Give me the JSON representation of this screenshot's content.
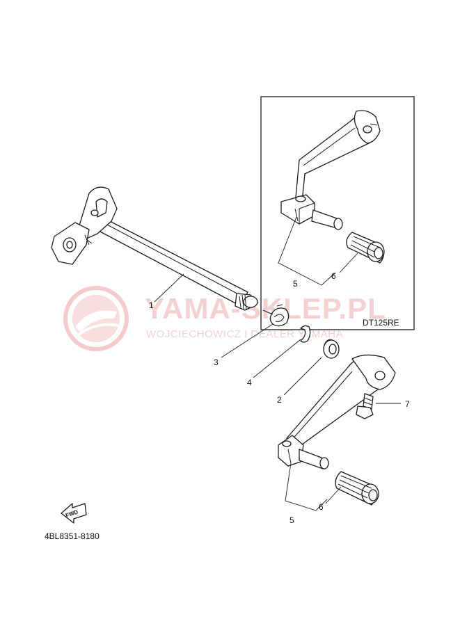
{
  "watermark": {
    "brand": "YAMA-SKLEP.PL",
    "tagline": "WOJCIECHOWICZ I DEALER YAMAHA",
    "color": "#e8a0a0"
  },
  "inset": {
    "model_label": "DT125RE"
  },
  "callouts": {
    "c1": "1",
    "c2": "2",
    "c3": "3",
    "c4": "4",
    "c5_inset": "5",
    "c6_inset": "6",
    "c5_main": "5",
    "c6_main": "6",
    "c7": "7"
  },
  "fwd_arrow": {
    "text": "FWD"
  },
  "diagram_code": "4BL8351-8180"
}
